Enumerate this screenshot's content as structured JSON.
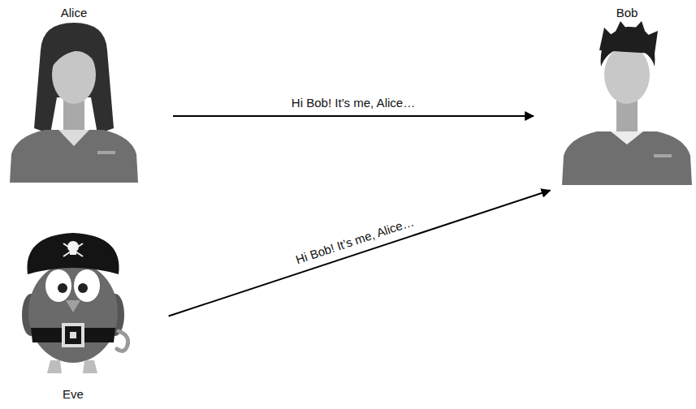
{
  "diagram": {
    "nodes": [
      {
        "text": [
          "Alice"
        ]
      },
      {
        "text": [
          "Bob"
        ]
      },
      {
        "text": [
          "Eve"
        ]
      }
    ],
    "edges": [
      {
        "from": 0,
        "to": 1,
        "arrow": "to",
        "label": "Hi Bob! It’s me, Alice…"
      },
      {
        "from": 2,
        "to": 1,
        "arrow": "to",
        "label": "Hi Bob! It’s me, Alice…"
      }
    ]
  }
}
